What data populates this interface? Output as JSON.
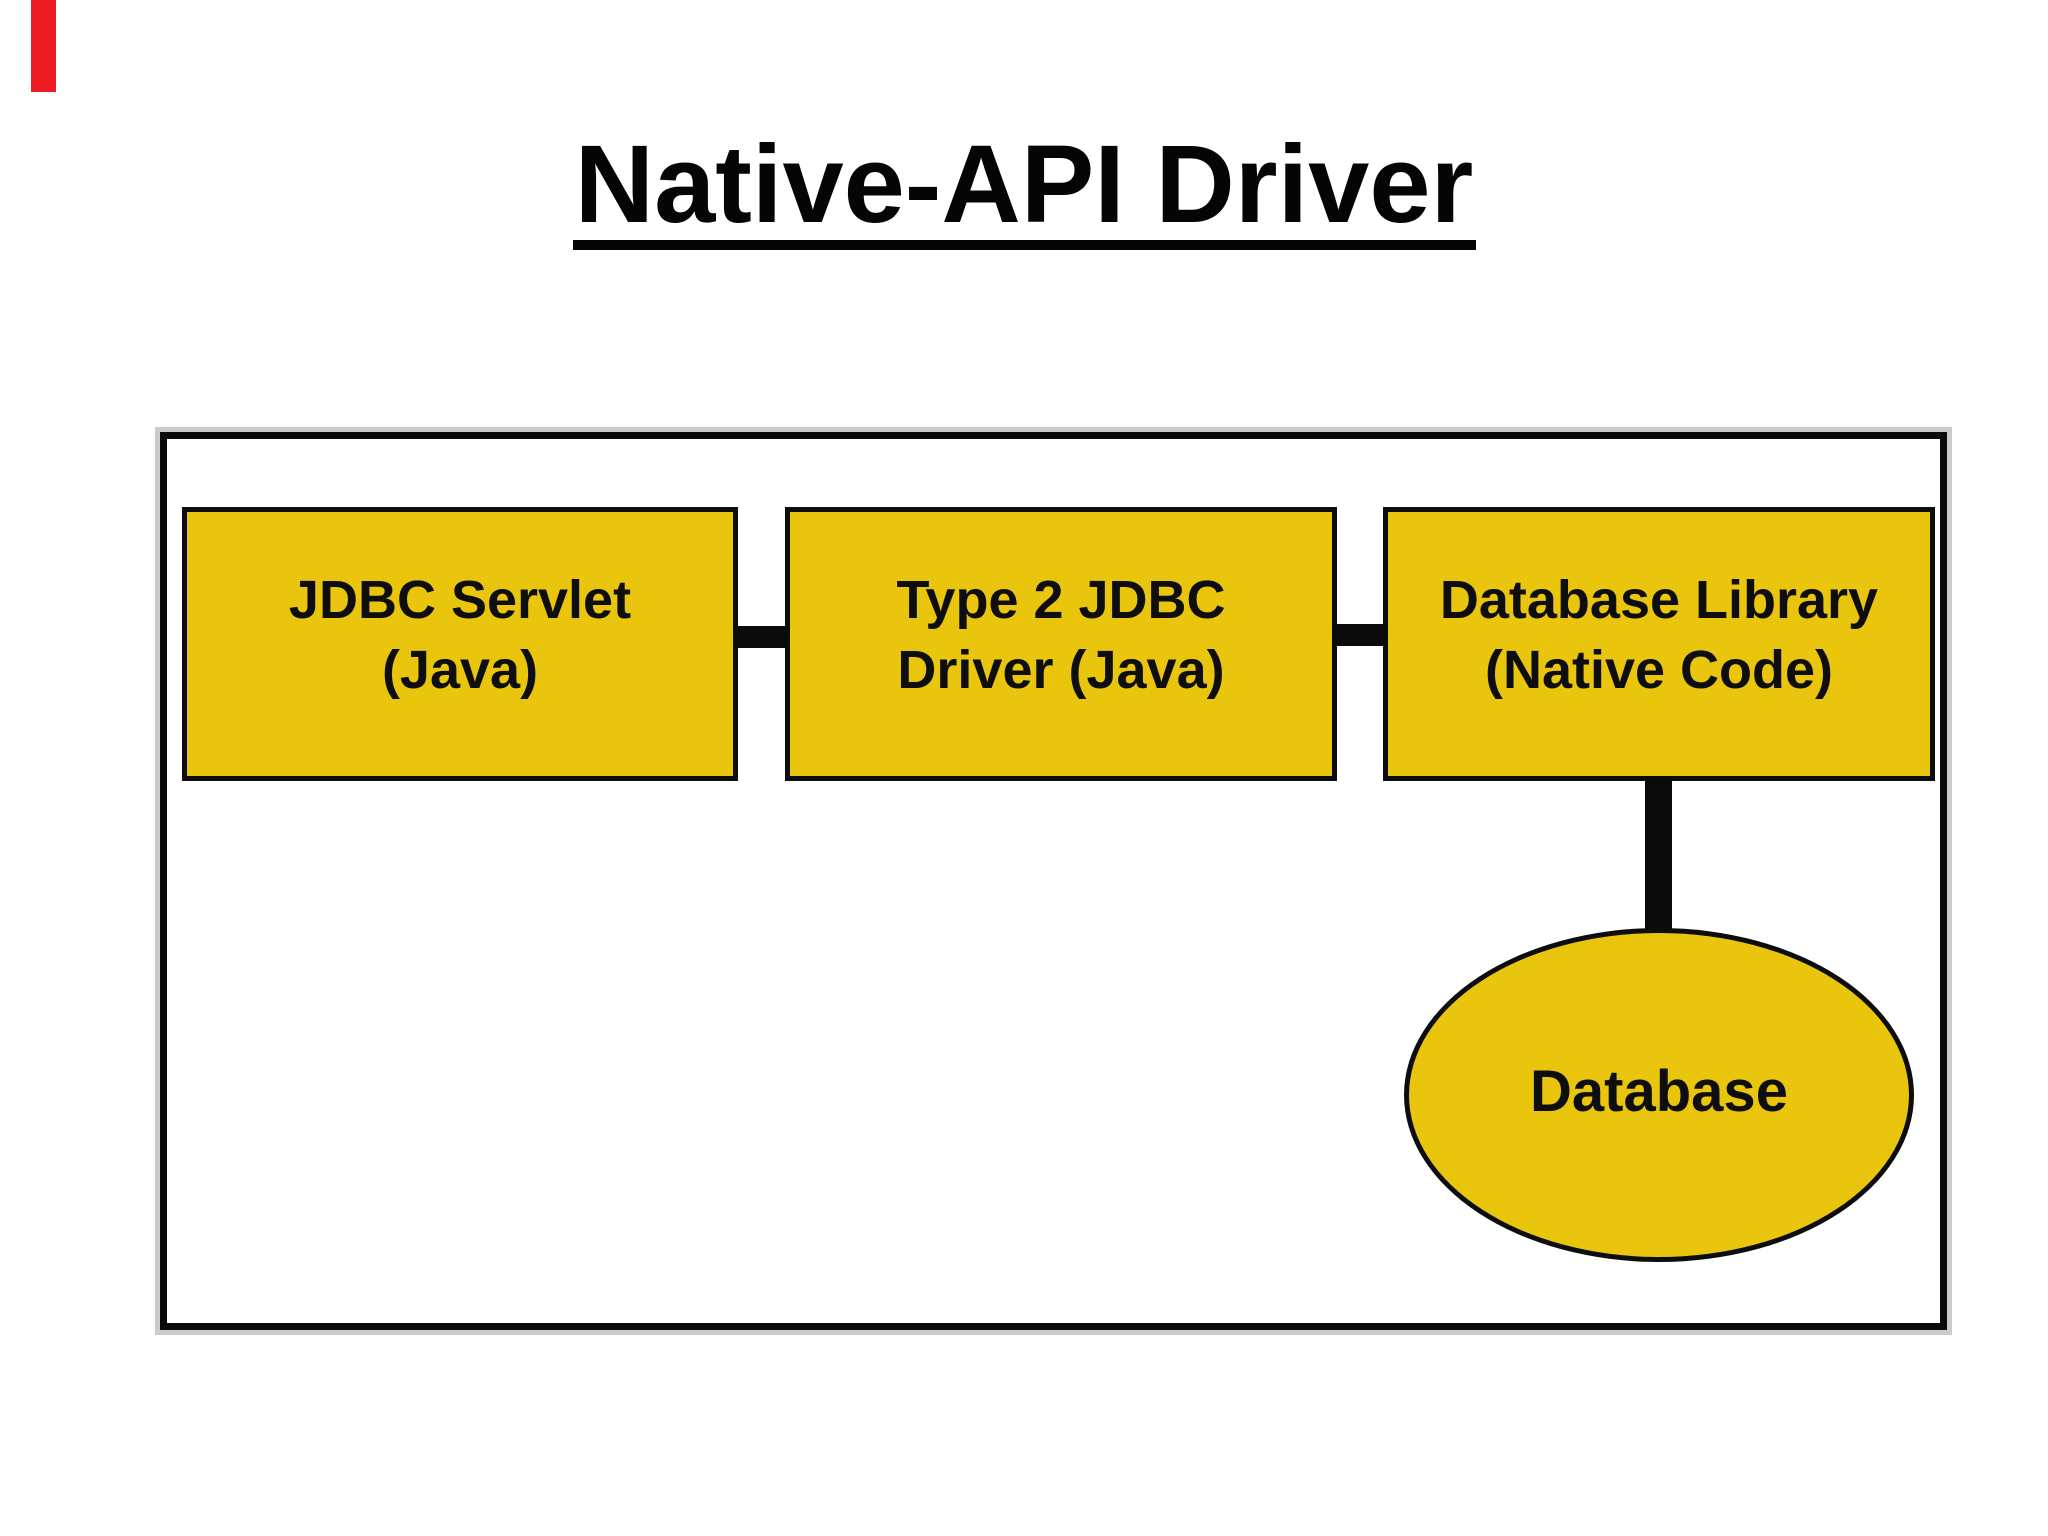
{
  "slide": {
    "title": "Native-API Driver"
  },
  "diagram": {
    "boxes": [
      {
        "name": "jdbc-servlet",
        "line1": "JDBC Servlet",
        "line2": "(Java)"
      },
      {
        "name": "type2-driver",
        "line1": "Type 2 JDBC",
        "line2": "Driver (Java)"
      },
      {
        "name": "database-library",
        "line1": "Database Library",
        "line2": "(Native Code)"
      }
    ],
    "ellipse": {
      "name": "database",
      "label": "Database"
    },
    "connectors": [
      "servlet-to-driver",
      "driver-to-library",
      "library-to-database"
    ]
  },
  "colors": {
    "node_fill": "#E9C50E",
    "node_border": "#0d0d0d",
    "container_border": "#0a0a0a",
    "container_outline": "#cbcbcb",
    "title_color": "#050505",
    "red_marker": "#ED1C24",
    "background": "#ffffff"
  }
}
